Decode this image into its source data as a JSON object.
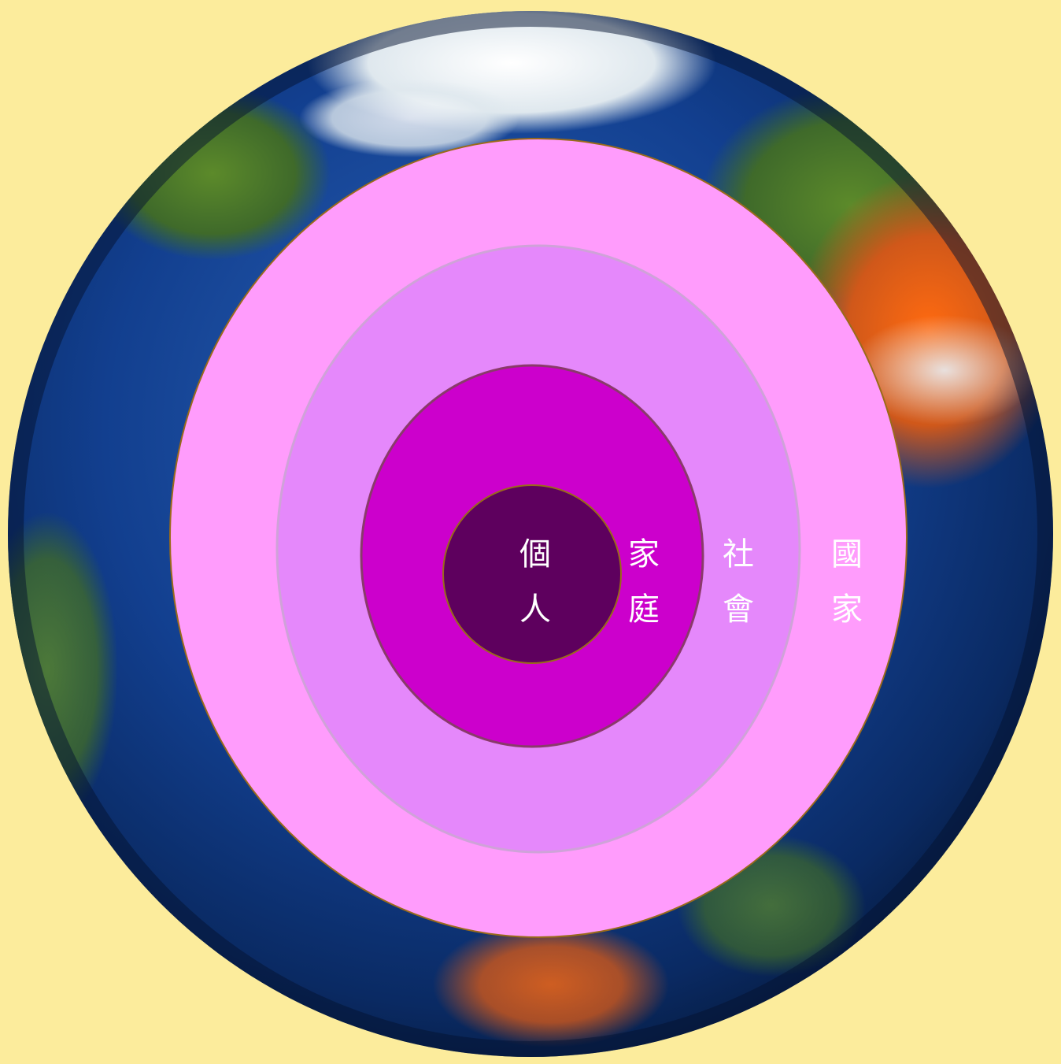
{
  "colors": {
    "background": "#fcec9c",
    "ring_country": "#ff9cfc",
    "ring_society": "#e588fb",
    "ring_family": "#cc00cc",
    "ring_individual": "#5e005e",
    "ring_border": "#9a6a1a",
    "label": "#ffffff"
  },
  "rings": [
    {
      "id": "country",
      "chars": [
        "國",
        "家"
      ]
    },
    {
      "id": "society",
      "chars": [
        "社",
        "會"
      ]
    },
    {
      "id": "family",
      "chars": [
        "家",
        "庭"
      ]
    },
    {
      "id": "individual",
      "chars": [
        "個",
        "人"
      ]
    }
  ]
}
